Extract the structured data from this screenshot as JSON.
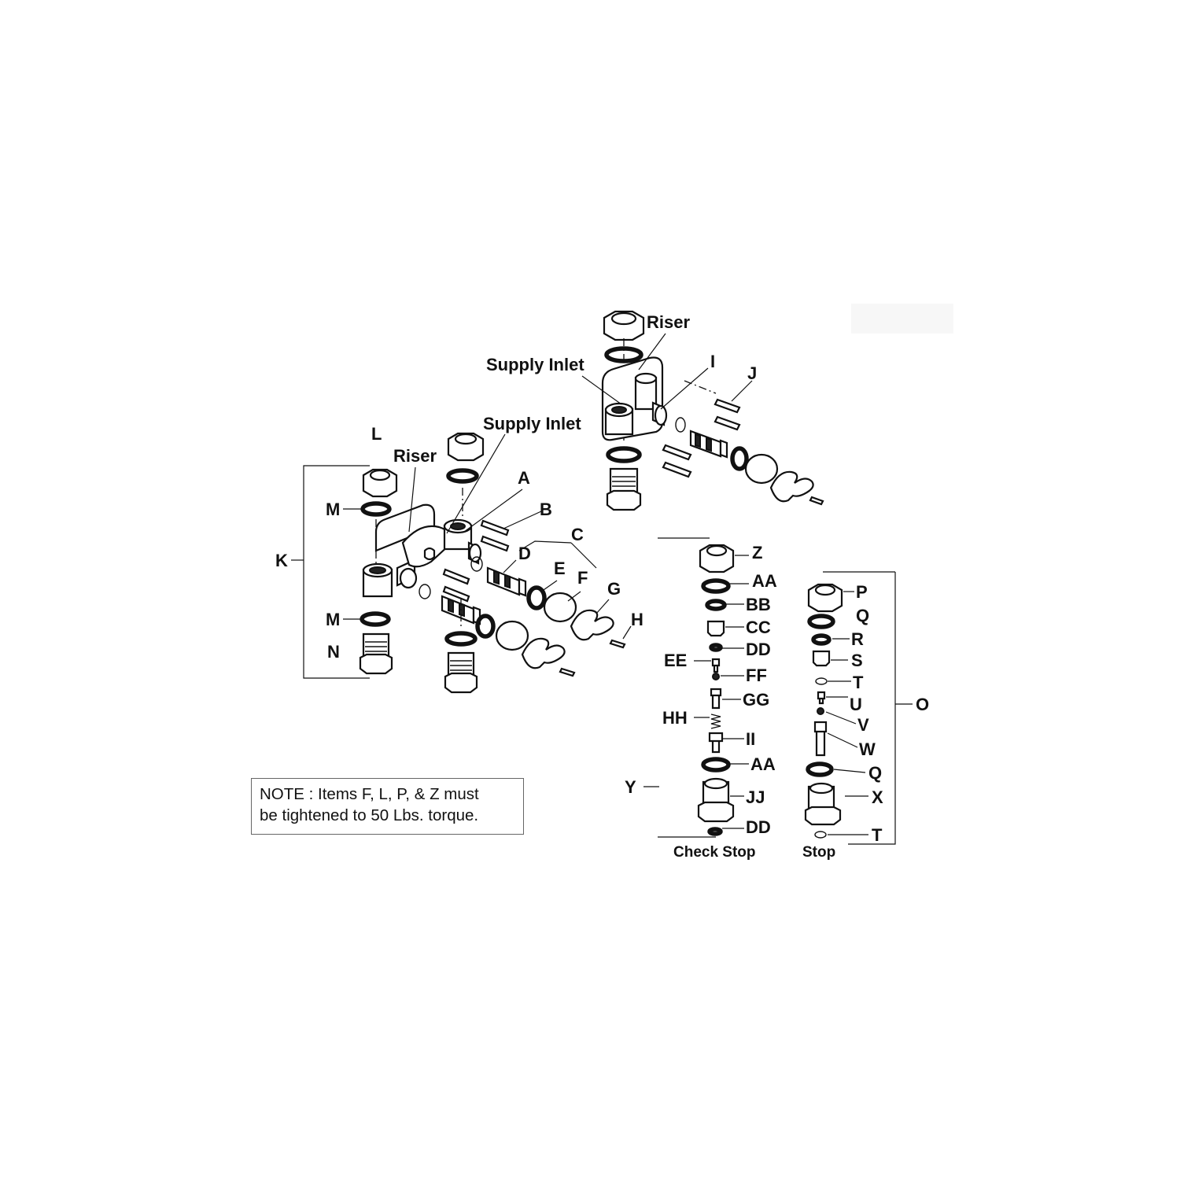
{
  "labels": {
    "riser_top": "Riser",
    "supply_inlet_top": "Supply Inlet",
    "i": "I",
    "j": "J",
    "supply_inlet_left": "Supply Inlet",
    "l": "L",
    "riser_left": "Riser",
    "a": "A",
    "b": "B",
    "c": "C",
    "d": "D",
    "e": "E",
    "f": "F",
    "g": "G",
    "h": "H",
    "k": "K",
    "m_top": "M",
    "m_bottom": "M",
    "n": "N",
    "z": "Z",
    "aa_top": "AA",
    "bb": "BB",
    "cc": "CC",
    "dd_top": "DD",
    "ee": "EE",
    "ff": "FF",
    "gg": "GG",
    "hh": "HH",
    "ii": "II",
    "aa_bottom": "AA",
    "jj": "JJ",
    "dd_bottom": "DD",
    "y": "Y",
    "p": "P",
    "q_top": "Q",
    "r": "R",
    "s": "S",
    "t_top": "T",
    "u": "U",
    "v": "V",
    "w": "W",
    "q_bottom": "Q",
    "x": "X",
    "t_bottom": "T",
    "o": "O"
  },
  "captions": {
    "check_stop": "Check Stop",
    "stop": "Stop"
  },
  "note": {
    "line1": "NOTE : Items F, L, P, & Z must",
    "line2": "be tightened to 50 Lbs. torque."
  }
}
